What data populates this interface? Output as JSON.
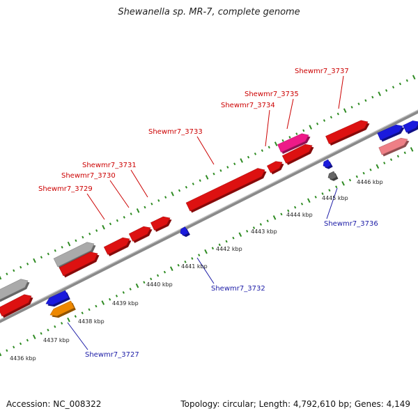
{
  "title": "Shewanella sp. MR-7, complete genome",
  "footer": {
    "accession": "Accession: NC_008322",
    "summary": "Topology: circular; Length: 4,792,610 bp; Genes: 4,149"
  },
  "colors": {
    "backbone": "#8a8a8a",
    "tick": "#2e8b22",
    "forward_label": "#cc0000",
    "reverse_label": "#1a1aa6",
    "scale_label": "#222222"
  },
  "scale_labels": [
    "4436 kbp",
    "4437 kbp",
    "4438 kbp",
    "4439 kbp",
    "4440 kbp",
    "4441 kbp",
    "4442 kbp",
    "4443 kbp",
    "4444 kbp",
    "4445 kbp",
    "4446 kbp"
  ],
  "genes": [
    {
      "label": "",
      "strand": "+",
      "color": "#aaaaaa"
    },
    {
      "label": "",
      "strand": "+",
      "color": "#dd1111"
    },
    {
      "label": "",
      "strand": "+",
      "color": "#aaaaaa"
    },
    {
      "label": "",
      "strand": "+",
      "color": "#dd1111"
    },
    {
      "label": "Shewmr7_3729",
      "strand": "+",
      "color": "#dd1111"
    },
    {
      "label": "Shewmr7_3730",
      "strand": "+",
      "color": "#dd1111"
    },
    {
      "label": "Shewmr7_3731",
      "strand": "+",
      "color": "#dd1111"
    },
    {
      "label": "Shewmr7_3733",
      "strand": "+",
      "color": "#dd1111"
    },
    {
      "label": "Shewmr7_3734",
      "strand": "+",
      "color": "#dd1111"
    },
    {
      "label": "Shewmr7_3735",
      "strand": "+",
      "color": "#ee1a88"
    },
    {
      "label": "",
      "strand": "+",
      "color": "#dd1111"
    },
    {
      "label": "Shewmr7_3737",
      "strand": "+",
      "color": "#dd1111"
    },
    {
      "label": "",
      "strand": "+",
      "color": "#1a1add"
    },
    {
      "label": "",
      "strand": "+",
      "color": "#1a1add"
    },
    {
      "label": "",
      "strand": "+",
      "color": "#ee7f86"
    },
    {
      "label": "",
      "strand": "-",
      "color": "#1a1add"
    },
    {
      "label": "Shewmr7_3727",
      "strand": "-",
      "color": "#ee8800"
    },
    {
      "label": "Shewmr7_3732",
      "strand": "-",
      "color": "#1a1add"
    },
    {
      "label": "",
      "strand": "-",
      "color": "#1a1add"
    },
    {
      "label": "Shewmr7_3736",
      "strand": "-",
      "color": "#666666"
    }
  ]
}
